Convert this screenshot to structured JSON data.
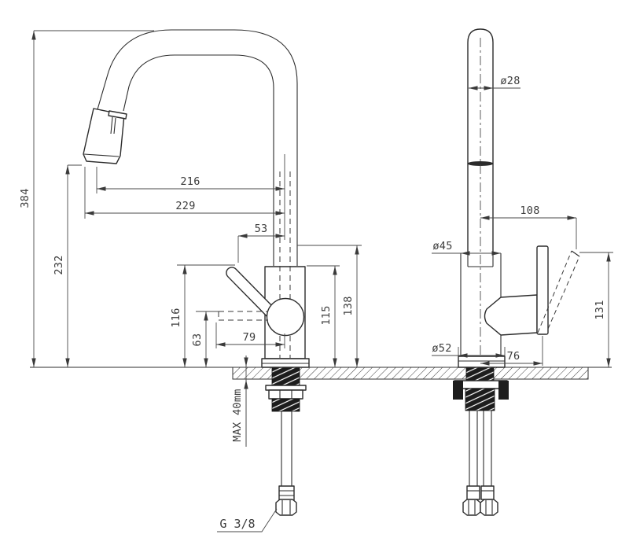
{
  "drawing": {
    "title": "kitchen-faucet-installation-drawing",
    "units": "mm",
    "front_view": {
      "dims": {
        "overall_height": "384",
        "spray_outlet_height": "232",
        "spout_reach_inner": "216",
        "spout_reach_outer": "229",
        "handle_to_spout": "53",
        "handle_tip_height": "116",
        "inlet_height": "63",
        "handle_reach": "79",
        "body_height": "115",
        "riser_height": "138"
      }
    },
    "side_view": {
      "dims": {
        "spout_diameter": "ø28",
        "handle_top_offset": "108",
        "body_diameter": "ø45",
        "base_diameter": "ø52",
        "handle_bottom_offset": "76",
        "handle_top_height": "131"
      }
    },
    "annotations": {
      "max_mounting_thickness": "MAX 40mm",
      "supply_connection": "G 3/8"
    }
  }
}
